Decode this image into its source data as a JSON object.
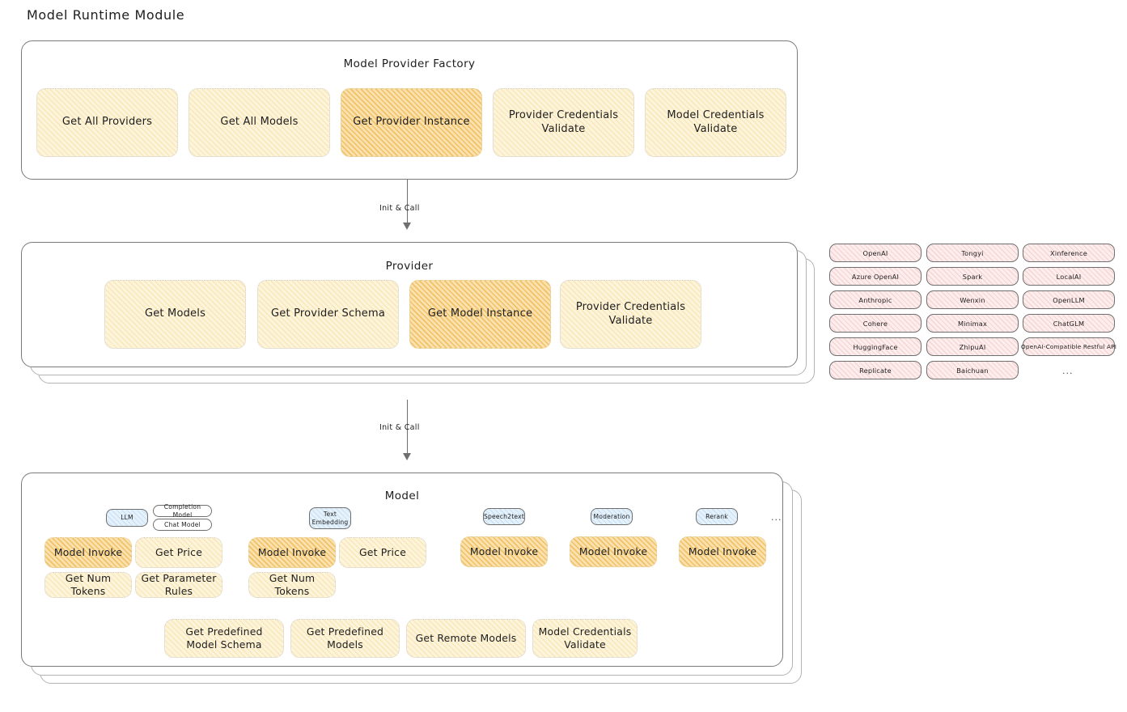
{
  "page": {
    "title": "Model Runtime Module"
  },
  "factory": {
    "title": "Model Provider Factory",
    "methods": [
      {
        "label": "Get All Providers",
        "highlight": false
      },
      {
        "label": "Get All Models",
        "highlight": false
      },
      {
        "label": "Get Provider Instance",
        "highlight": true
      },
      {
        "label": "Provider Credentials Validate",
        "highlight": false
      },
      {
        "label": "Model Credentials Validate",
        "highlight": false
      }
    ]
  },
  "arrows": [
    {
      "label": "Init & Call"
    },
    {
      "label": "Init & Call"
    }
  ],
  "provider": {
    "title": "Provider",
    "methods": [
      {
        "label": "Get Models",
        "highlight": false
      },
      {
        "label": "Get Provider Schema",
        "highlight": false
      },
      {
        "label": "Get Model Instance",
        "highlight": true
      },
      {
        "label": "Provider Credentials Validate",
        "highlight": false
      }
    ]
  },
  "provider_list": {
    "columns": [
      [
        "OpenAI",
        "Azure OpenAI",
        "Anthropic",
        "Cohere",
        "HuggingFace",
        "Replicate"
      ],
      [
        "Tongyi",
        "Spark",
        "Wenxin",
        "Minimax",
        "ZhipuAI",
        "Baichuan"
      ],
      [
        "Xinference",
        "LocalAI",
        "OpenLLM",
        "ChatGLM",
        "OpenAI-Compatible Restful API"
      ]
    ],
    "more": "..."
  },
  "model": {
    "title": "Model",
    "more": "...",
    "types": [
      {
        "name": "LLM",
        "sub_badges": [
          "Completion Model",
          "Chat Model"
        ],
        "methods": [
          {
            "label": "Model Invoke",
            "highlight": true
          },
          {
            "label": "Get Price",
            "highlight": false
          },
          {
            "label": "Get Num Tokens",
            "highlight": false
          },
          {
            "label": "Get Parameter Rules",
            "highlight": false
          }
        ]
      },
      {
        "name": "Text Embedding",
        "sub_badges": [],
        "methods": [
          {
            "label": "Model Invoke",
            "highlight": true
          },
          {
            "label": "Get Price",
            "highlight": false
          },
          {
            "label": "Get Num Tokens",
            "highlight": false
          }
        ]
      },
      {
        "name": "Speech2text",
        "sub_badges": [],
        "methods": [
          {
            "label": "Model Invoke",
            "highlight": true
          }
        ]
      },
      {
        "name": "Moderation",
        "sub_badges": [],
        "methods": [
          {
            "label": "Model Invoke",
            "highlight": true
          }
        ]
      },
      {
        "name": "Rerank",
        "sub_badges": [],
        "methods": [
          {
            "label": "Model Invoke",
            "highlight": true
          }
        ]
      }
    ],
    "common_methods": [
      {
        "label": "Get Predefined Model Schema"
      },
      {
        "label": "Get Predefined Models"
      },
      {
        "label": "Get Remote Models"
      },
      {
        "label": "Model Credentials Validate"
      }
    ]
  },
  "colors": {
    "box_fill": "#fdf4dc",
    "box_fill_highlight": "#fae1ad",
    "provider_chip_fill": "#fdeeee",
    "badge_blue_fill": "#e5f1fb",
    "stroke": "#6f6f6f",
    "text": "#1e1e1e"
  }
}
